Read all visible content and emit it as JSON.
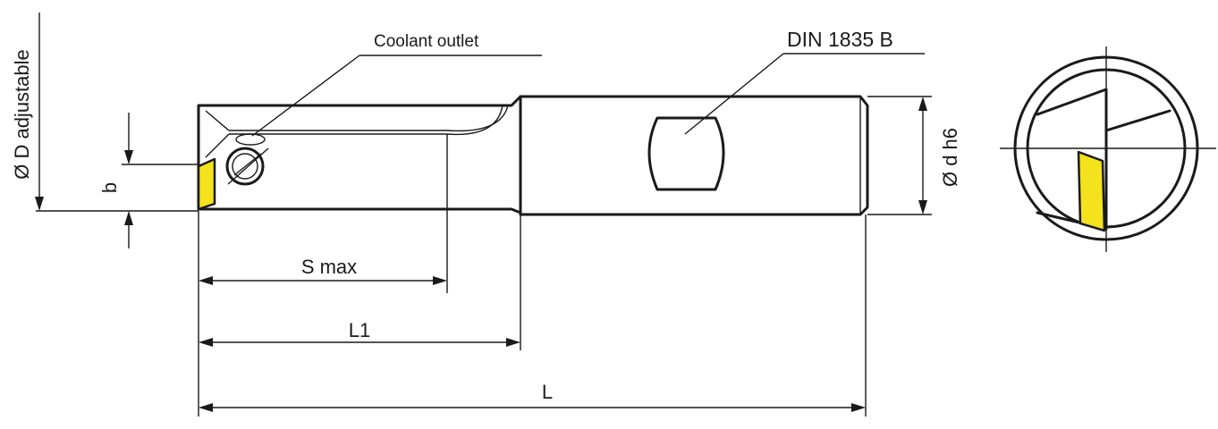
{
  "labels": {
    "diameter_d_adjustable": "Ø D adjustable",
    "b": "b",
    "coolant_outlet": "Coolant outlet",
    "din": "DIN 1835 B",
    "shank_diameter": "Ø d h6",
    "s_max": "S max",
    "l1": "L1",
    "l": "L"
  },
  "colors": {
    "line": "#1a1a1a",
    "insert": "#f4e21d",
    "background": "#ffffff"
  }
}
